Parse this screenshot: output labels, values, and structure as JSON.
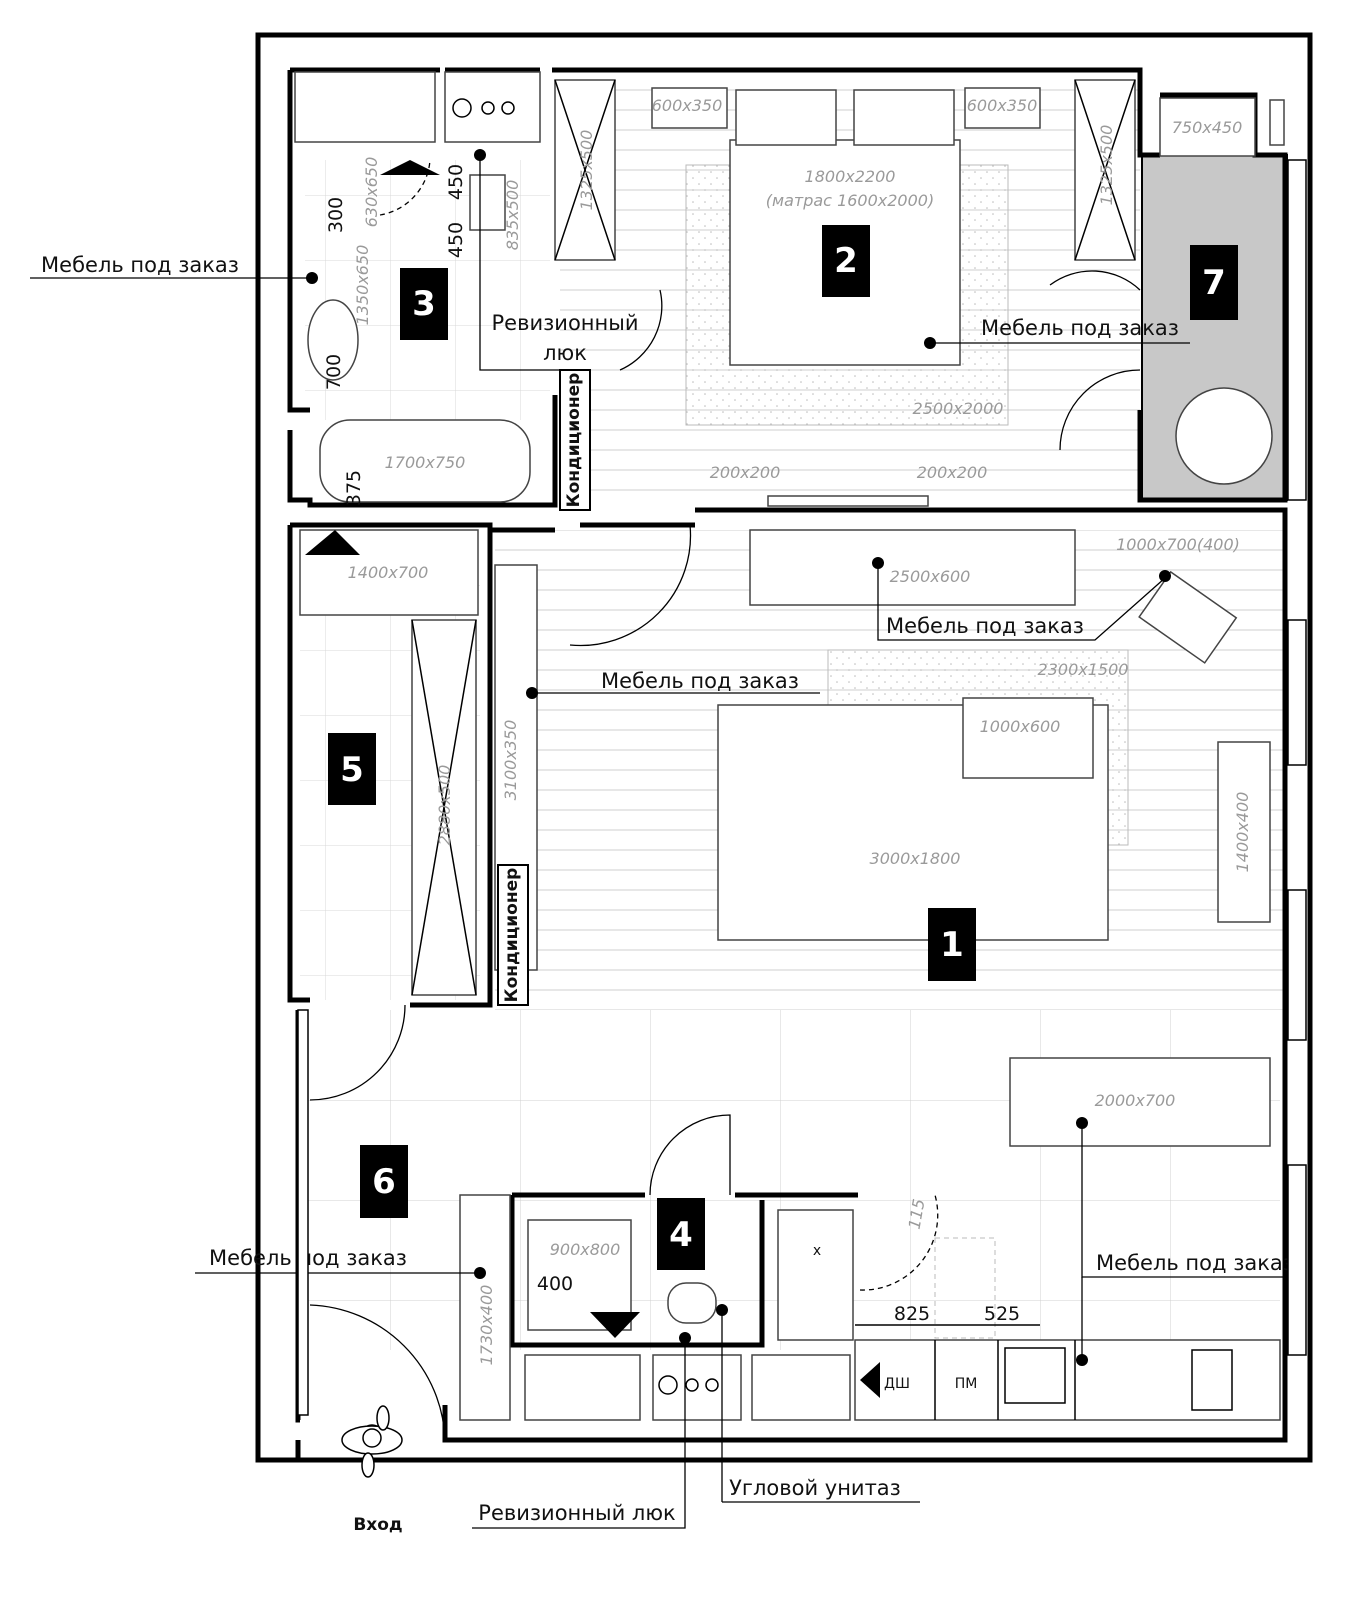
{
  "labels": {
    "mebel": "Мебель под заказ",
    "revlyuk": "Ревизионный",
    "revlyuk2": "люк",
    "revlyuk_full": "Ревизионный люк",
    "konditsioner": "Кондиционер",
    "uglovoy": "Угловой унитаз",
    "vkhod": "Вход",
    "dsh": "ДШ",
    "pm": "ПМ",
    "x": "x"
  },
  "rooms": [
    "1",
    "2",
    "3",
    "4",
    "5",
    "6",
    "7"
  ],
  "dims": {
    "d600x350a": "600x350",
    "d600x350b": "600x350",
    "d1325x500a": "1325x500",
    "d1325x500b": "1325x500",
    "d1800x2200": "1800x2200",
    "dmatras": "(матрас 1600x2000)",
    "d2500x2000": "2500x2000",
    "d750x450": "750x450",
    "d200x200a": "200x200",
    "d200x200b": "200x200",
    "d2500x600": "2500x600",
    "d1000x700": "1000x700(400)",
    "d2300x1500": "2300x1500",
    "d1000x600": "1000x600",
    "d3000x1800": "3000x1800",
    "d1400x400": "1400x400",
    "d3100x350": "3100x350",
    "d1400x700": "1400x700",
    "d2880x500": "2880x500",
    "d2000x700": "2000x700",
    "d1730x400": "1730x400",
    "d900x800": "900x800",
    "d1700x750": "1700x750",
    "d630x650": "630x650",
    "d835x500": "835x500",
    "d1350x650": "1350x650",
    "d115": "115",
    "n300": "300",
    "n450a": "450",
    "n450b": "450",
    "n700": "700",
    "n375": "375",
    "n400": "400",
    "n825": "825",
    "n525": "525"
  }
}
